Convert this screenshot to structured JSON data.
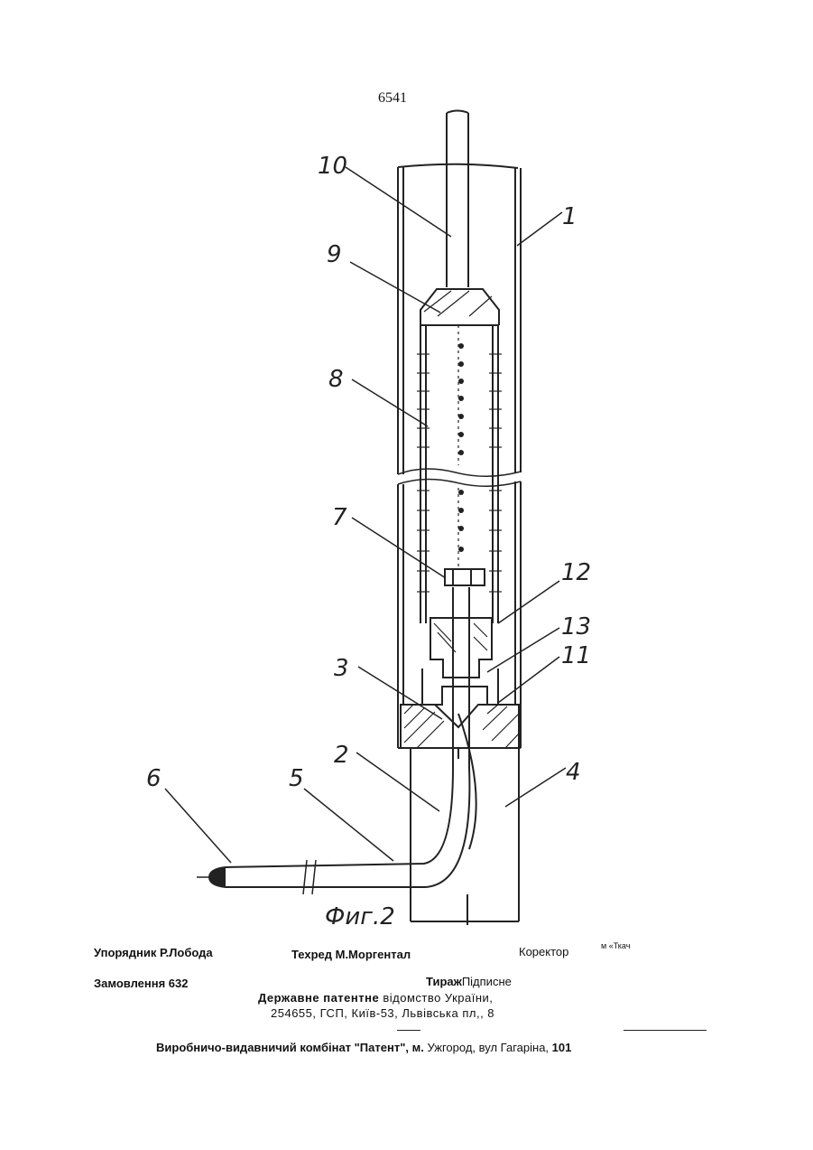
{
  "page_number": "6541",
  "figure": {
    "caption": "Фиг.2",
    "part_labels": [
      "10",
      "1",
      "9",
      "8",
      "7",
      "12",
      "13",
      "11",
      "3",
      "2",
      "4",
      "6",
      "5"
    ]
  },
  "footer": {
    "compiler": "Упорядник Р.Лобода",
    "tech_editor": "Техред М.Моргентал",
    "corrector_label": "Коректор",
    "corrector_name": "м «Ткач",
    "order": "Замовлення 632",
    "circulation_label": "Тираж",
    "subscription": "Підписне",
    "office_bold": "Державне патентне",
    "office_rest": "відомство України,",
    "address": "254655, ГСП, Київ-53, Львівська пл,, 8",
    "publisher_bold": "Виробничо-видавничий комбінат \"Патент\", м.",
    "publisher_city": "Ужгород, вул Гагаріна,",
    "publisher_number": "101"
  }
}
